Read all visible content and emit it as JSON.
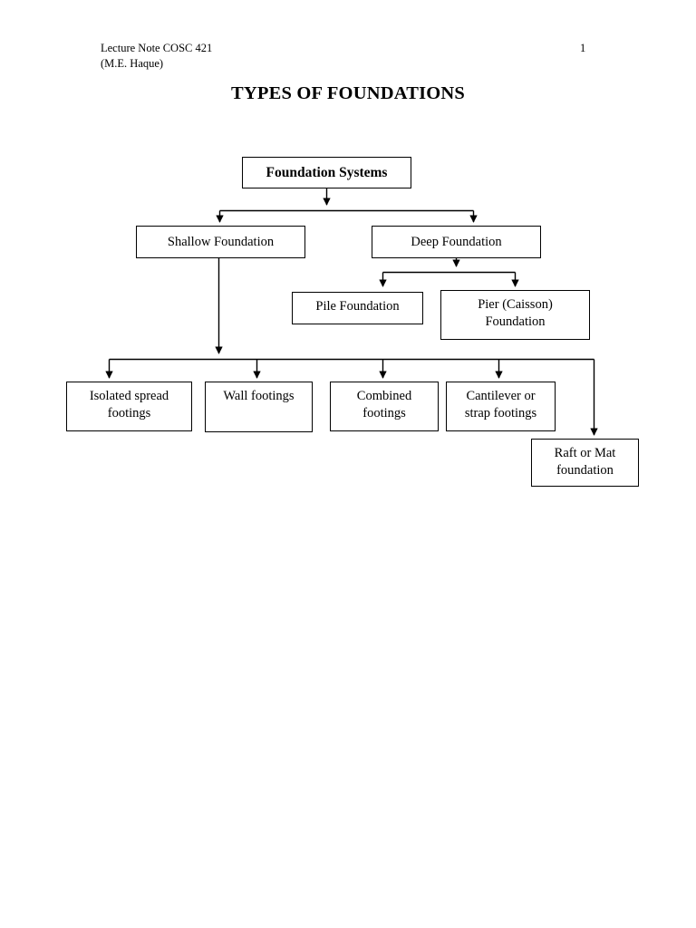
{
  "page": {
    "number": "1",
    "background": "#ffffff",
    "ink": "#000000"
  },
  "header": {
    "line1": "Lecture Note COSC 421",
    "line2": "(M.E. Haque)"
  },
  "title": "TYPES OF FOUNDATIONS",
  "diagram": {
    "type": "flowchart",
    "orientation": "top-down",
    "nodes": {
      "root": "Foundation Systems",
      "shallow": "Shallow Foundation",
      "deep": "Deep Foundation",
      "pile": "Pile Foundation",
      "pier_line1": "Pier (Caisson)",
      "pier_line2": "Foundation",
      "isolated_line1": "Isolated spread",
      "isolated_line2": "footings",
      "wall": "Wall footings",
      "combined_line1": "Combined",
      "combined_line2": "footings",
      "cantilever_line1": "Cantilever or",
      "cantilever_line2": "strap footings",
      "raft_line1": "Raft or Mat",
      "raft_line2": "foundation"
    },
    "edges": [
      {
        "from": "root",
        "to": "shallow"
      },
      {
        "from": "root",
        "to": "deep"
      },
      {
        "from": "deep",
        "to": "pile"
      },
      {
        "from": "deep",
        "to": "pier"
      },
      {
        "from": "shallow",
        "to": "isolated"
      },
      {
        "from": "shallow",
        "to": "wall"
      },
      {
        "from": "shallow",
        "to": "combined"
      },
      {
        "from": "shallow",
        "to": "cantilever"
      },
      {
        "from": "shallow",
        "to": "raft"
      }
    ]
  }
}
